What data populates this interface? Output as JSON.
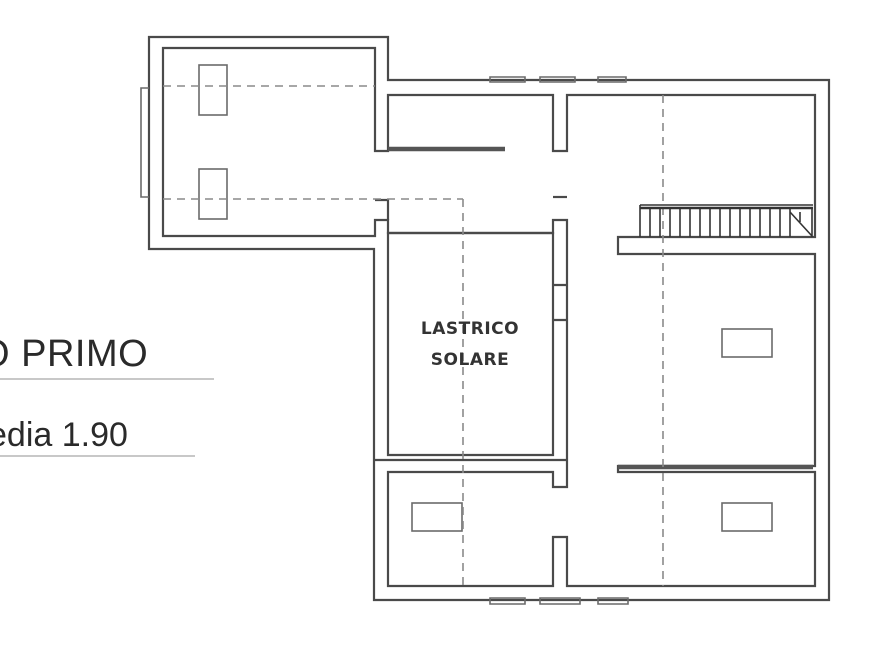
{
  "plan": {
    "floor_title": "O PRIMO",
    "floor_height": "edia 1.90",
    "room_label_line1": "LASTRICO",
    "room_label_line2": "SOLARE"
  },
  "colors": {
    "wall": "#4a4a4a",
    "thin_line": "#6a6a6a",
    "dashed": "#8a8a8a",
    "text": "#2a2a2a"
  }
}
